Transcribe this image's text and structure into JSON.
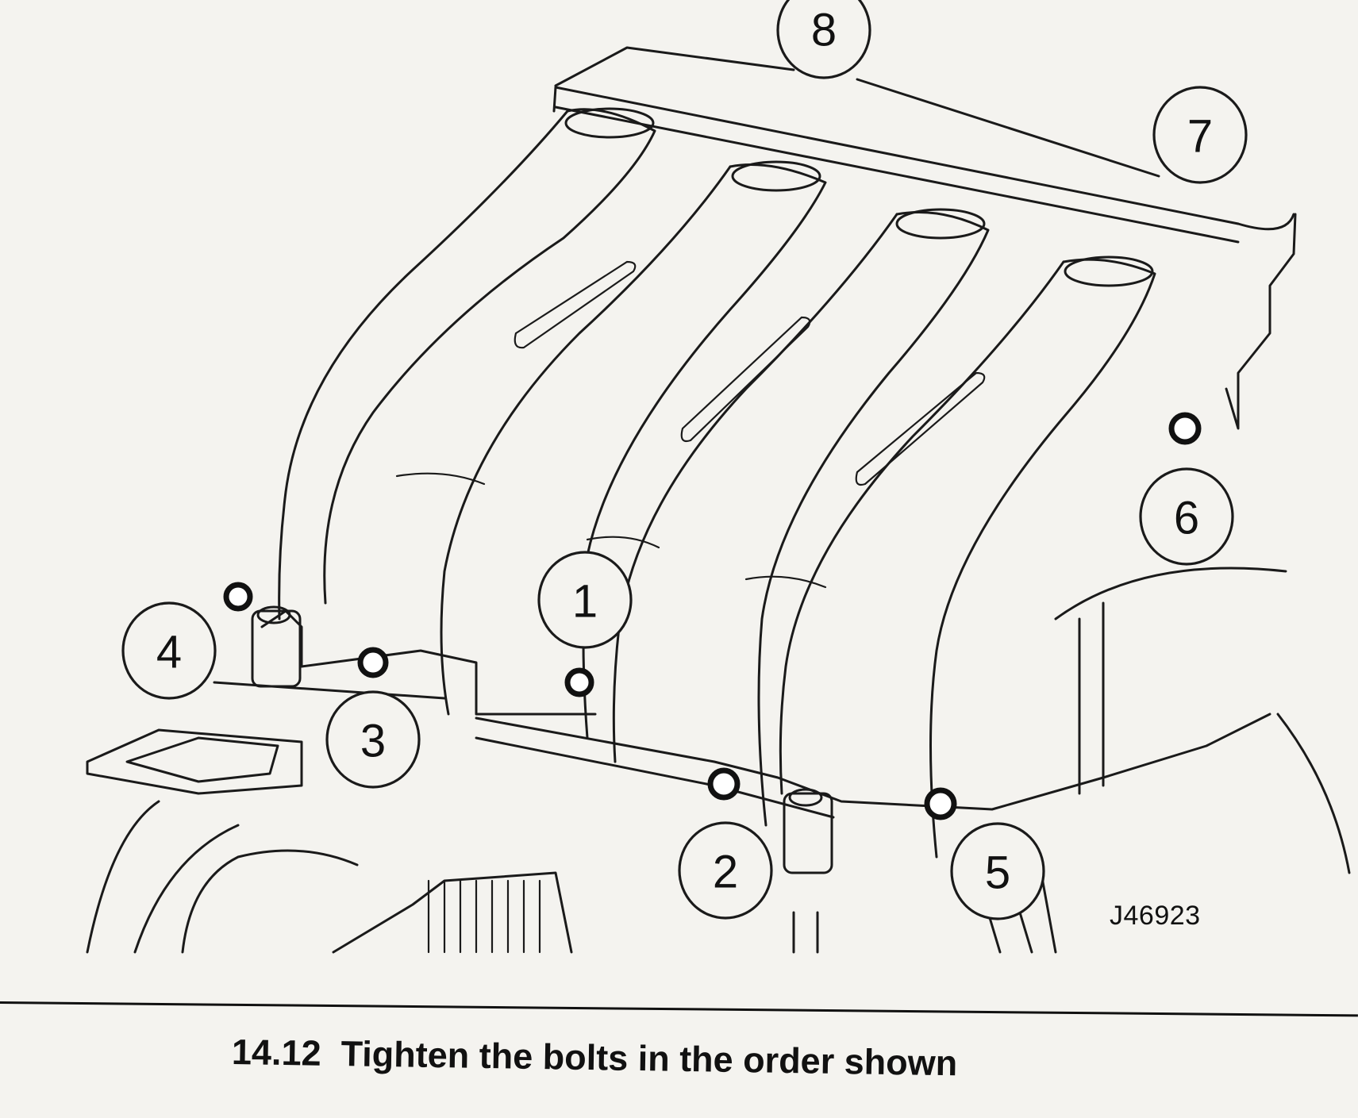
{
  "figure": {
    "number": "14.12",
    "caption_text": "Tighten the bolts in the order shown",
    "caption_full": "14.12  Tighten the bolts in the order shown",
    "reference_code": "J46923",
    "subject": "intake manifold bolt tightening sequence"
  },
  "callouts": [
    {
      "label": "1"
    },
    {
      "label": "2"
    },
    {
      "label": "3"
    },
    {
      "label": "4"
    },
    {
      "label": "5"
    },
    {
      "label": "6"
    },
    {
      "label": "7"
    },
    {
      "label": "8"
    }
  ],
  "colors": {
    "paper": "#f4f3ef",
    "ink": "#1a1a1a"
  }
}
